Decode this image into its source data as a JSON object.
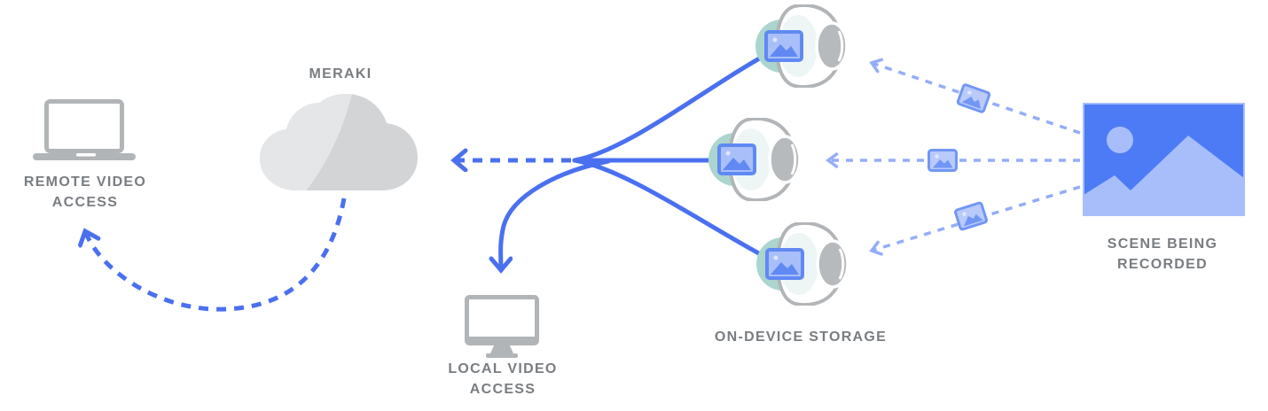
{
  "labels": {
    "meraki": "MERAKI",
    "remote_video_access": "REMOTE VIDEO ACCESS",
    "local_video_access": "LOCAL VIDEO ACCESS",
    "on_device_storage": "ON-DEVICE STORAGE",
    "scene_being_recorded": "SCENE BEING RECORDED"
  },
  "nodes": {
    "remote_access": {
      "label": "REMOTE VIDEO ACCESS",
      "icon": "laptop-icon"
    },
    "meraki_cloud": {
      "label": "MERAKI",
      "icon": "cloud-icon"
    },
    "local_access": {
      "label": "LOCAL VIDEO ACCESS",
      "icon": "monitor-icon"
    },
    "cameras": {
      "label": "ON-DEVICE STORAGE",
      "icon": "security-camera-icon",
      "count": 3
    },
    "scene": {
      "label": "SCENE BEING RECORDED",
      "icon": "scene-image-icon"
    }
  },
  "connections": [
    {
      "from": "scene",
      "to": "camera-1",
      "style": "dashed-light",
      "carries": "video-frame"
    },
    {
      "from": "scene",
      "to": "camera-2",
      "style": "dashed-light",
      "carries": "video-frame"
    },
    {
      "from": "scene",
      "to": "camera-3",
      "style": "dashed-light",
      "carries": "video-frame"
    },
    {
      "from": "camera-1",
      "to": "merge-point",
      "style": "solid"
    },
    {
      "from": "camera-2",
      "to": "merge-point",
      "style": "solid"
    },
    {
      "from": "camera-3",
      "to": "merge-point",
      "style": "solid"
    },
    {
      "from": "merge-point",
      "to": "meraki_cloud",
      "style": "dashed"
    },
    {
      "from": "merge-point",
      "to": "local_access",
      "style": "solid"
    },
    {
      "from": "meraki_cloud",
      "to": "remote_access",
      "style": "dashed"
    }
  ],
  "colors": {
    "accent_blue": "#4a70f0",
    "light_blue": "#94adf8",
    "scene_blue": "#4d7bf6",
    "scene_light": "#a7befa",
    "teal": "#abd5ce",
    "icon_gray": "#b2b5b8",
    "text_gray": "#797d81",
    "cloud_dark": "#d2d4d6",
    "cloud_light": "#e5e6e8",
    "cam_icon_border": "#6089f3",
    "cam_icon_fill": "#a9bff9",
    "frame_border": "#7196f5",
    "frame_fill": "#b9cafb"
  }
}
